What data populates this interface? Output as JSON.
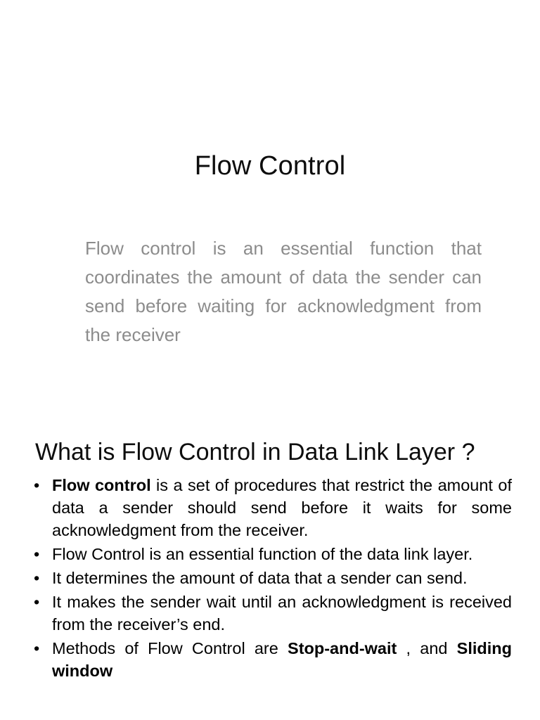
{
  "document": {
    "title": "Flow Control",
    "background_color": "#ffffff",
    "text_color": "#000000",
    "muted_text_color": "#8c8c8c"
  },
  "slide_one": {
    "title": "Flow Control",
    "subtitle": "Flow control is an essential function that coordinates the amount of data the sender can send before waiting for acknowledgment from the receiver"
  },
  "slide_two": {
    "heading": "What is Flow Control in Data Link Layer ?",
    "bullet_marker": "•",
    "bullets": [
      {
        "lead": "Flow control",
        "lead_bold": true,
        "rest": " is a set of procedures that restrict the amount of data a sender should send before it waits for some acknowledgment from the receiver."
      },
      {
        "lead": "",
        "lead_bold": false,
        "rest": "Flow Control is an essential function of the data link layer."
      },
      {
        "lead": "",
        "lead_bold": false,
        "rest": "It determines the amount of data that a sender can send."
      },
      {
        "lead": "",
        "lead_bold": false,
        "rest": "It makes the sender wait until an acknowledgment is received from the receiver’s end."
      },
      {
        "lead": "",
        "lead_bold": false,
        "rest": "Methods of Flow Control are ",
        "emphasis_one": "Stop-and-wait",
        "mid": " , and ",
        "emphasis_two": "Sliding window",
        "tail": "",
        "clipped_at_page_bottom": true
      }
    ]
  }
}
